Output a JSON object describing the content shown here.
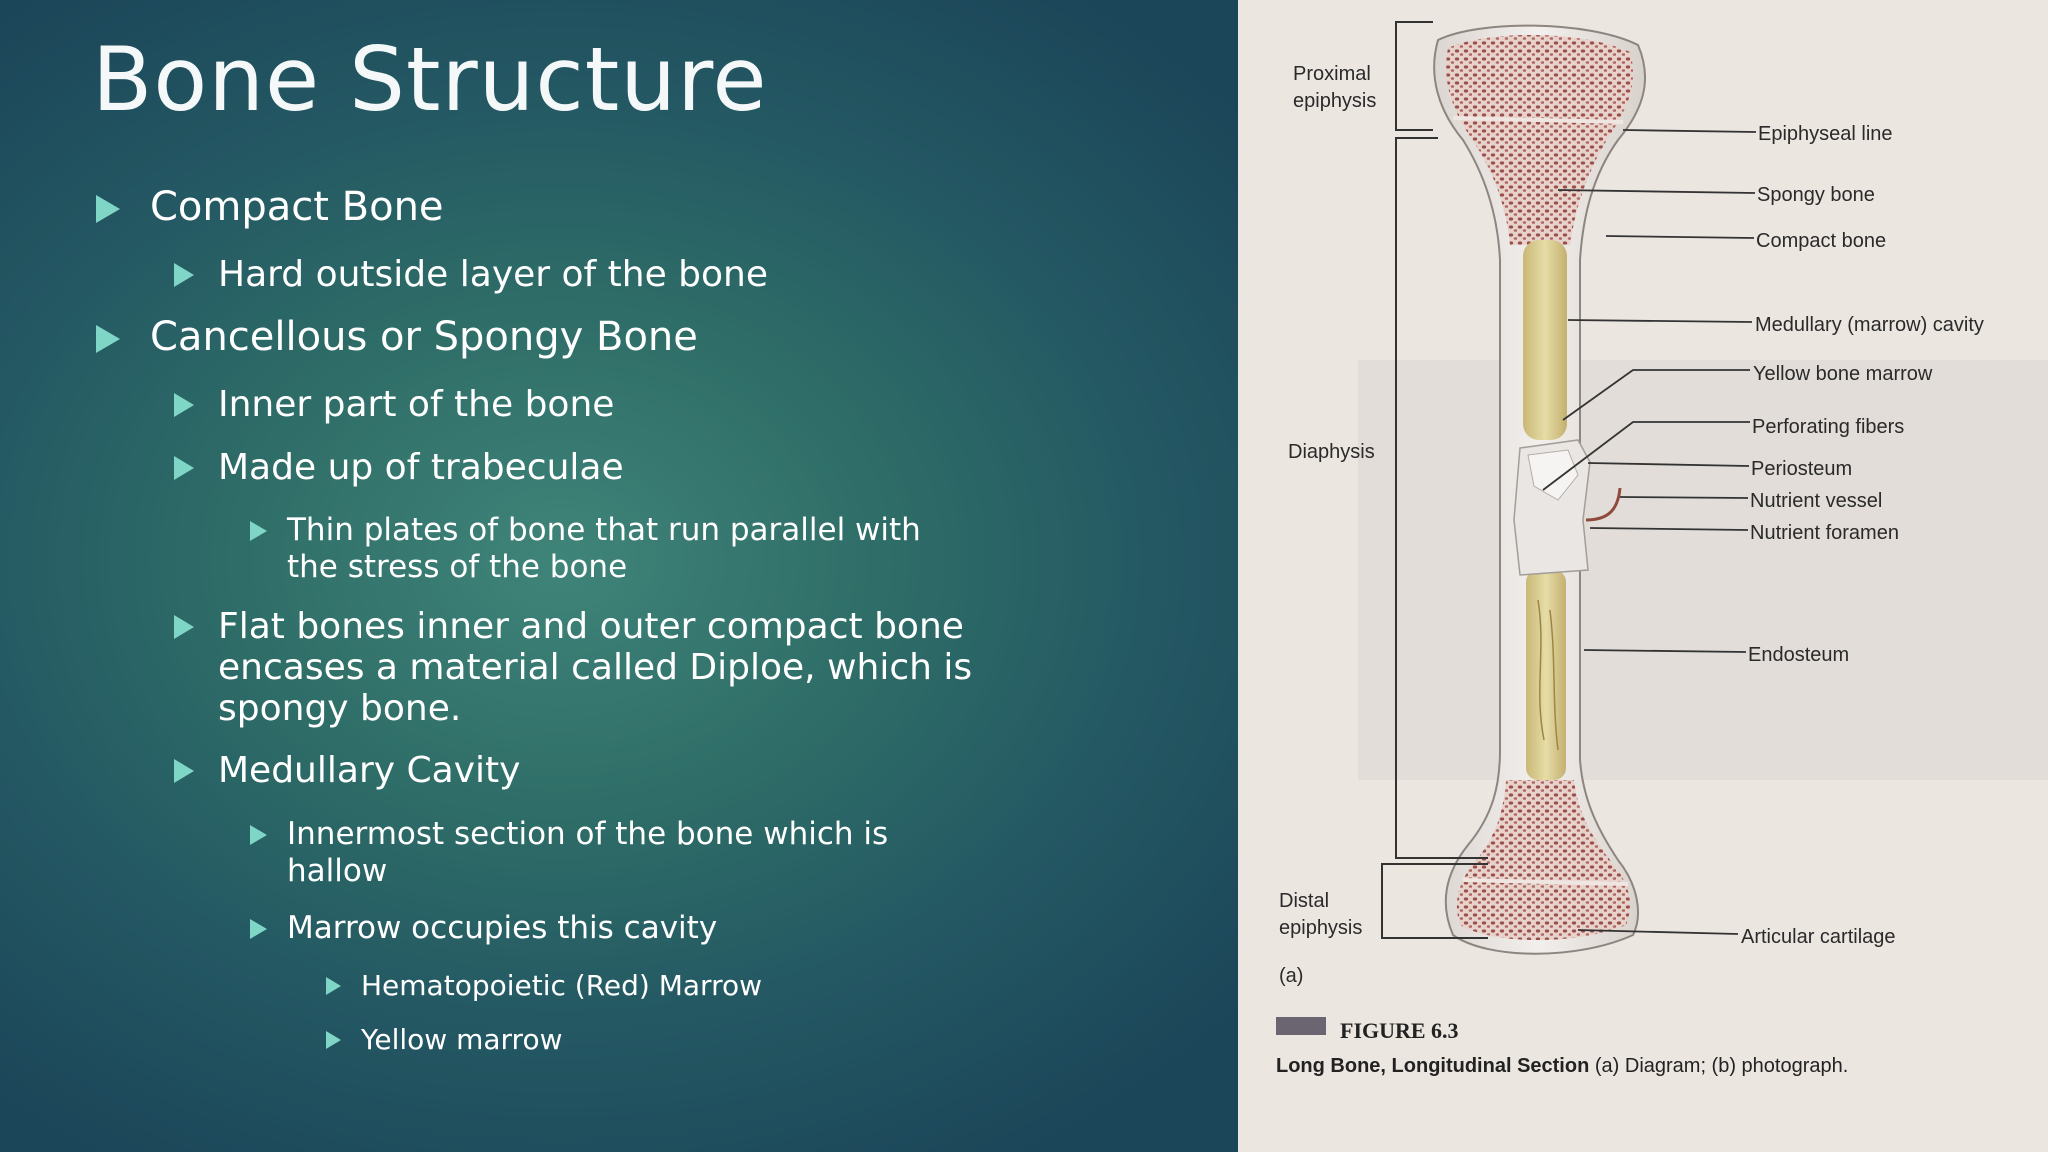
{
  "title": "Bone Structure",
  "bullets": {
    "compact": "Compact Bone",
    "compact_desc": "Hard outside layer of the bone",
    "cancellous": "Cancellous or Spongy Bone",
    "inner_part": "Inner part of the bone",
    "trabeculae": "Made up of trabeculae",
    "thin_plates": "Thin plates of bone that run parallel with\nthe stress of the bone",
    "flat_bones": "Flat bones inner and outer compact bone\nencases a material called Diploe, which is\nspongy bone.",
    "medullary": "Medullary Cavity",
    "innermost": "Innermost section of the bone which is\nhallow",
    "marrow": "Marrow occupies this cavity",
    "red_marrow": "Hematopoietic (Red) Marrow",
    "yellow_marrow": "Yellow marrow"
  },
  "figure": {
    "left_labels": {
      "proximal_1": "Proximal",
      "proximal_2": "epiphysis",
      "diaphysis": "Diaphysis",
      "distal_1": "Distal",
      "distal_2": "epiphysis",
      "panel": "(a)"
    },
    "right_labels": {
      "epiphyseal_line": "Epiphyseal line",
      "spongy_bone": "Spongy bone",
      "compact_bone": "Compact bone",
      "medullary_cavity": "Medullary (marrow) cavity",
      "yellow_bone_marrow": "Yellow bone marrow",
      "perforating_fibers": "Perforating fibers",
      "periosteum": "Periosteum",
      "nutrient_vessel": "Nutrient vessel",
      "nutrient_foramen": "Nutrient foramen",
      "endosteum": "Endosteum",
      "articular_cartilage": "Articular cartilage"
    },
    "caption_title": "FIGURE 6.3",
    "caption_bold": "Long Bone, Longitudinal Section",
    "caption_rest": " (a) Diagram; (b) photograph."
  },
  "colors": {
    "bullet_accent": "#7fd6c6",
    "paper": "#ece6e1",
    "spongy": "#a0524f",
    "marrow": "#d6c98e"
  }
}
